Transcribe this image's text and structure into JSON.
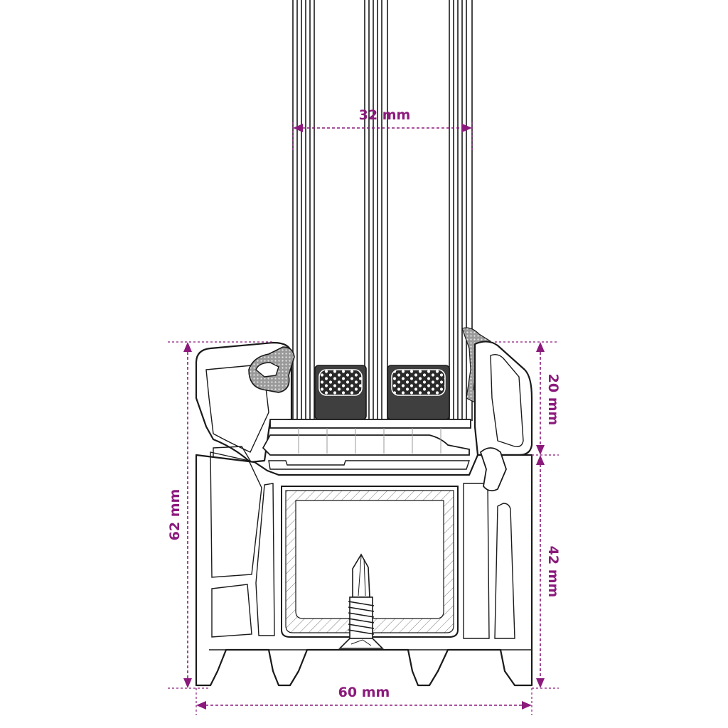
{
  "colors": {
    "dimension": "#8b1a7c",
    "outline": "#1a1a1a",
    "spacer_fill": "#3f3f3f",
    "gasket_fill": "#9a9a9a",
    "background": "#ffffff"
  },
  "dimensions": {
    "glazing_width": "32 mm",
    "frame_height": "62 mm",
    "upper_height": "20 mm",
    "lower_height": "42 mm",
    "frame_width": "60 mm"
  }
}
